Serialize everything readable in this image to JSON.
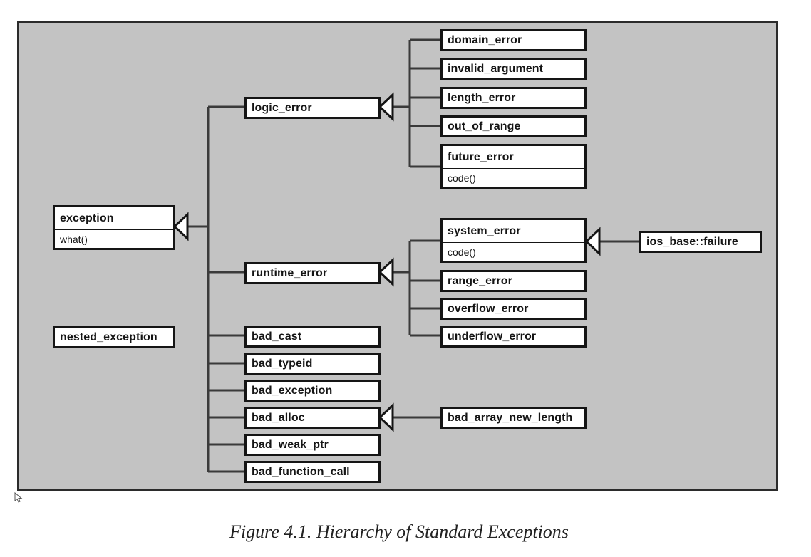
{
  "caption": "Figure 4.1. Hierarchy of Standard Exceptions",
  "colors": {
    "panel": "#c3c3c3",
    "line": "#3a3a3a",
    "box_border": "#151515"
  },
  "classes": {
    "exception": {
      "name": "exception",
      "method": "what()"
    },
    "nested_exception": {
      "name": "nested_exception"
    },
    "logic_error": {
      "name": "logic_error"
    },
    "runtime_error": {
      "name": "runtime_error"
    },
    "bad_cast": {
      "name": "bad_cast"
    },
    "bad_typeid": {
      "name": "bad_typeid"
    },
    "bad_exception": {
      "name": "bad_exception"
    },
    "bad_alloc": {
      "name": "bad_alloc"
    },
    "bad_weak_ptr": {
      "name": "bad_weak_ptr"
    },
    "bad_function_call": {
      "name": "bad_function_call"
    },
    "domain_error": {
      "name": "domain_error"
    },
    "invalid_argument": {
      "name": "invalid_argument"
    },
    "length_error": {
      "name": "length_error"
    },
    "out_of_range": {
      "name": "out_of_range"
    },
    "future_error": {
      "name": "future_error",
      "method": "code()"
    },
    "system_error": {
      "name": "system_error",
      "method": "code()"
    },
    "range_error": {
      "name": "range_error"
    },
    "overflow_error": {
      "name": "overflow_error"
    },
    "underflow_error": {
      "name": "underflow_error"
    },
    "bad_array_new_length": {
      "name": "bad_array_new_length"
    },
    "ios_base_failure": {
      "name": "ios_base::failure"
    }
  },
  "edges": [
    [
      "logic_error",
      "exception"
    ],
    [
      "runtime_error",
      "exception"
    ],
    [
      "bad_cast",
      "exception"
    ],
    [
      "bad_typeid",
      "exception"
    ],
    [
      "bad_exception",
      "exception"
    ],
    [
      "bad_alloc",
      "exception"
    ],
    [
      "bad_weak_ptr",
      "exception"
    ],
    [
      "bad_function_call",
      "exception"
    ],
    [
      "domain_error",
      "logic_error"
    ],
    [
      "invalid_argument",
      "logic_error"
    ],
    [
      "length_error",
      "logic_error"
    ],
    [
      "out_of_range",
      "logic_error"
    ],
    [
      "future_error",
      "logic_error"
    ],
    [
      "system_error",
      "runtime_error"
    ],
    [
      "range_error",
      "runtime_error"
    ],
    [
      "overflow_error",
      "runtime_error"
    ],
    [
      "underflow_error",
      "runtime_error"
    ],
    [
      "bad_array_new_length",
      "bad_alloc"
    ],
    [
      "ios_base_failure",
      "system_error"
    ]
  ]
}
